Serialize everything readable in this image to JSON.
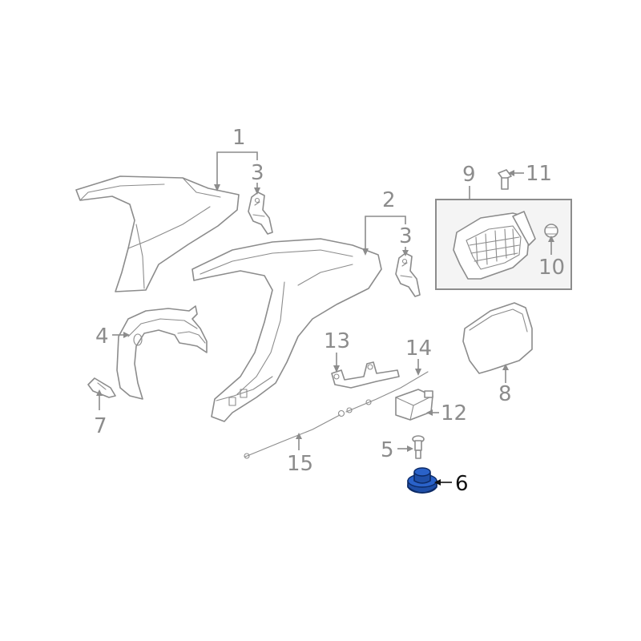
{
  "diagram": {
    "callouts": [
      {
        "key": "p1",
        "label": "1",
        "active": false
      },
      {
        "key": "p2",
        "label": "2",
        "active": false
      },
      {
        "key": "p3a",
        "label": "3",
        "active": false
      },
      {
        "key": "p3b",
        "label": "3",
        "active": false
      },
      {
        "key": "p4",
        "label": "4",
        "active": false
      },
      {
        "key": "p5",
        "label": "5",
        "active": false
      },
      {
        "key": "p6",
        "label": "6",
        "active": true
      },
      {
        "key": "p7",
        "label": "7",
        "active": false
      },
      {
        "key": "p8",
        "label": "8",
        "active": false
      },
      {
        "key": "p9",
        "label": "9",
        "active": false
      },
      {
        "key": "p10",
        "label": "10",
        "active": false
      },
      {
        "key": "p11",
        "label": "11",
        "active": false
      },
      {
        "key": "p12",
        "label": "12",
        "active": false
      },
      {
        "key": "p13",
        "label": "13",
        "active": false
      },
      {
        "key": "p14",
        "label": "14",
        "active": false
      },
      {
        "key": "p15",
        "label": "15",
        "active": false
      }
    ],
    "colors": {
      "line": "#8c8c8c",
      "highlight_fill": "#1f4fa8",
      "highlight_stroke": "#0c2a66",
      "active_label": "#111111"
    }
  }
}
